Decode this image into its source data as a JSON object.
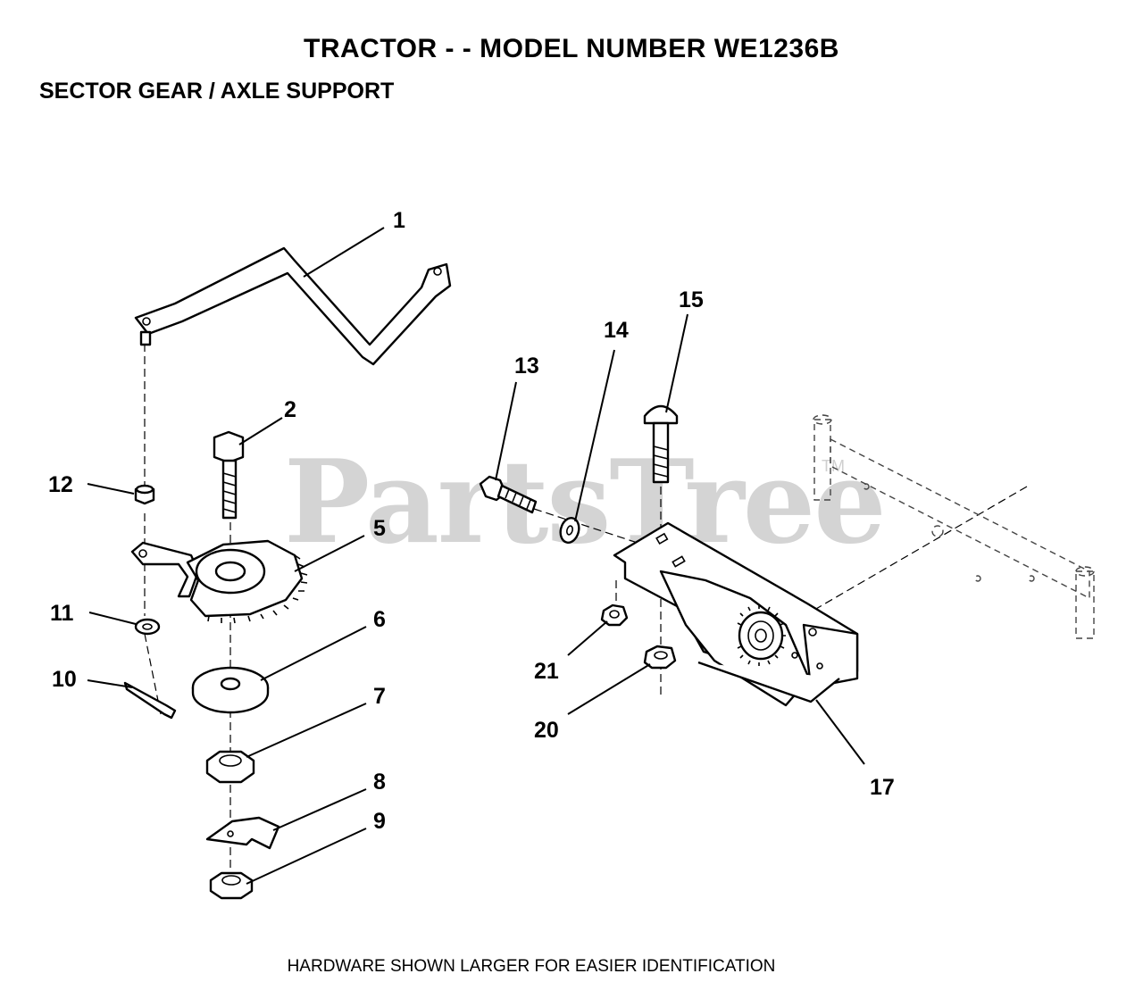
{
  "header": {
    "title": "TRACTOR - - MODEL NUMBER WE1236B",
    "subtitle": "SECTOR GEAR / AXLE SUPPORT"
  },
  "watermark": {
    "text": "PartsTree",
    "trademark": "TM"
  },
  "footer": {
    "note": "HARDWARE SHOWN LARGER FOR EASIER IDENTIFICATION"
  },
  "callouts": {
    "c1": "1",
    "c2": "2",
    "c5": "5",
    "c6": "6",
    "c7": "7",
    "c8": "8",
    "c9": "9",
    "c10": "10",
    "c11": "11",
    "c12": "12",
    "c13": "13",
    "c14": "14",
    "c15": "15",
    "c17": "17",
    "c20": "20",
    "c21": "21"
  }
}
